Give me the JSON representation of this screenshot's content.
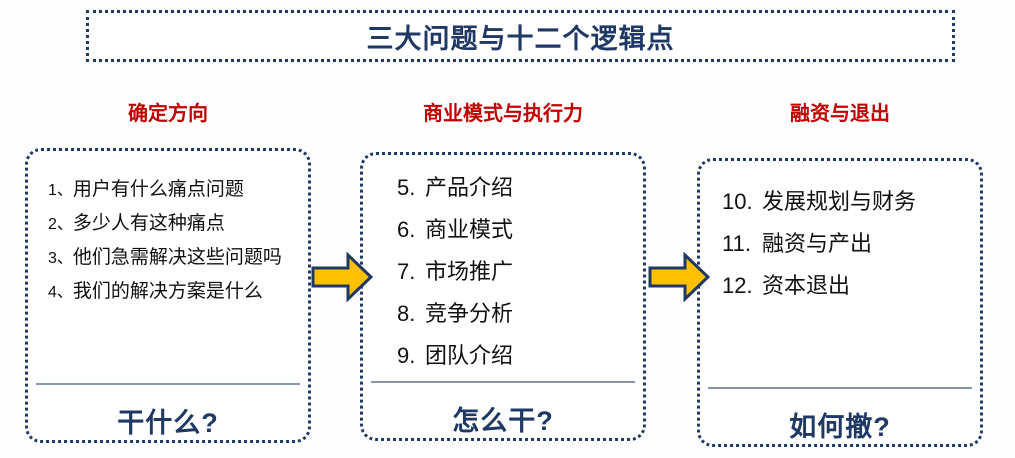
{
  "title": "三大问题与十二个逻辑点",
  "colors": {
    "title_navy": "#1f3864",
    "header_red": "#c00000",
    "arrow_fill": "#ffc000",
    "arrow_outline": "#1f3864",
    "separator": "#8496b0",
    "background": "#fdfdfd"
  },
  "columns": [
    {
      "header": "确定方向",
      "footer": "干什么?",
      "items": [
        {
          "index": "1、",
          "text": "用户有什么痛点问题"
        },
        {
          "index": "2、",
          "text": "多少人有这种痛点"
        },
        {
          "index": "3、",
          "text": "他们急需解决这些问题吗"
        },
        {
          "index": "4、",
          "text": "我们的解决方案是什么"
        }
      ]
    },
    {
      "header": "商业模式与执行力",
      "footer": "怎么干?",
      "items": [
        {
          "index": "5.",
          "text": "产品介绍"
        },
        {
          "index": "6.",
          "text": "商业模式"
        },
        {
          "index": "7.",
          "text": "市场推广"
        },
        {
          "index": "8.",
          "text": "竞争分析"
        },
        {
          "index": "9.",
          "text": "团队介绍"
        }
      ]
    },
    {
      "header": "融资与退出",
      "footer": "如何撤?",
      "items": [
        {
          "index": "10.",
          "text": "发展规划与财务"
        },
        {
          "index": "11.",
          "text": "融资与产出"
        },
        {
          "index": "12.",
          "text": "资本退出"
        }
      ]
    }
  ],
  "arrows": [
    {
      "name": "arrow-stage-1-to-2",
      "direction": "right"
    },
    {
      "name": "arrow-stage-2-to-3",
      "direction": "right"
    }
  ]
}
